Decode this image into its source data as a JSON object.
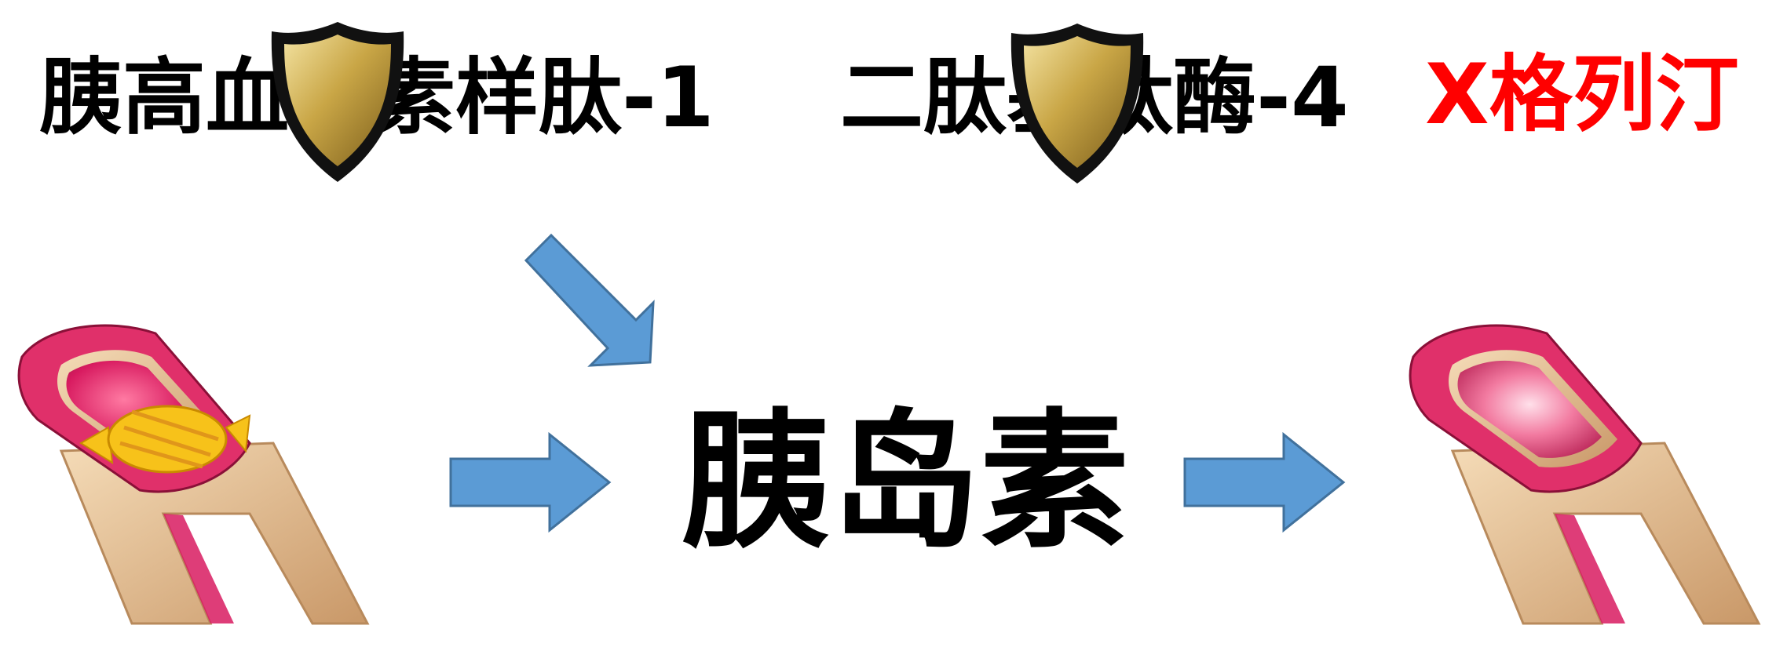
{
  "labels": {
    "glp1": "胰高血糖素样肽-1",
    "dpp4": "二肽基肽酶-4",
    "gliptin": "X格列汀",
    "insulin": "胰岛素"
  },
  "colors": {
    "text": "#000000",
    "gliptin": "#ff0000",
    "arrow_fill": "#5b9bd5",
    "arrow_stroke": "#41719c",
    "shield_gold": "#c9a646",
    "shield_border": "#111111",
    "pancreas_pink": "#d81b60",
    "pancreas_tan": "#e8c49a",
    "candy_yellow": "#f7c21a"
  },
  "icons": {
    "shield_1": "shield-icon",
    "shield_2": "shield-icon",
    "candy": "candy-icon",
    "pancreas_left": "pancreas-tissue-icon",
    "pancreas_right": "pancreas-tissue-icon"
  }
}
